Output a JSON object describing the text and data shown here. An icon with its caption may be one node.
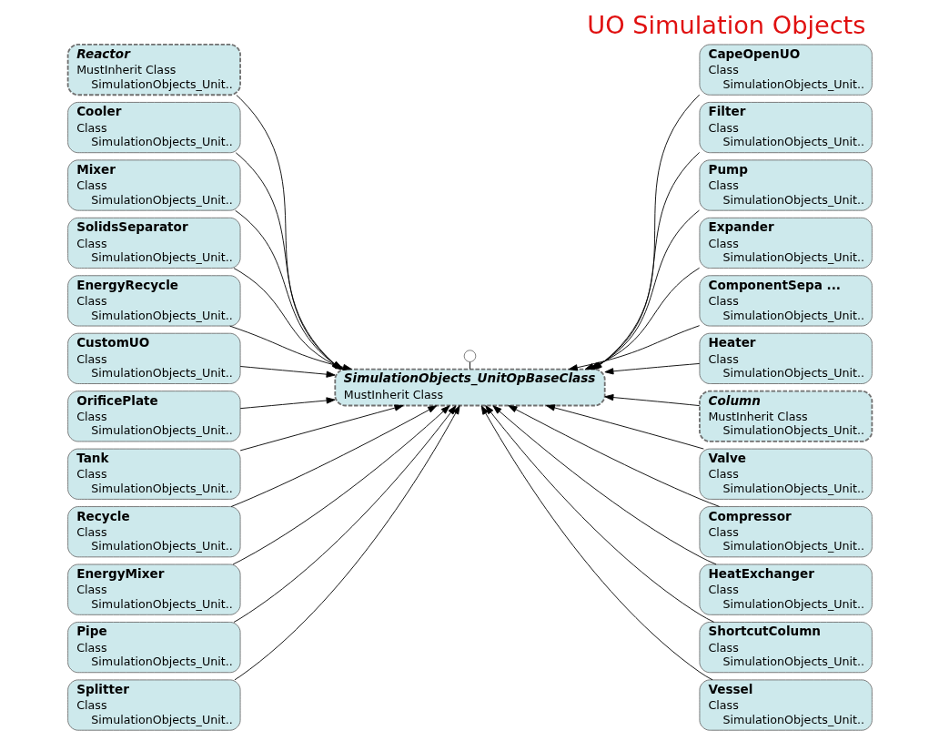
{
  "diagram": {
    "title": "UO Simulation Objects",
    "nodes": [
      {
        "text": [],
        "shape": "circle"
      },
      {
        "text": [
          "SimulationObjects_UnitOpBaseClass",
          "MustInherit Class"
        ]
      },
      {
        "text": [
          "Reactor",
          "MustInherit Class",
          "SimulationObjects_Unit.."
        ]
      },
      {
        "text": [
          "Cooler",
          "Class",
          "SimulationObjects_Unit.."
        ]
      },
      {
        "text": [
          "Mixer",
          "Class",
          "SimulationObjects_Unit.."
        ]
      },
      {
        "text": [
          "SolidsSeparator",
          "Class",
          "SimulationObjects_Unit.."
        ]
      },
      {
        "text": [
          "EnergyRecycle",
          "Class",
          "SimulationObjects_Unit.."
        ]
      },
      {
        "text": [
          "CustomUO",
          "Class",
          "SimulationObjects_Unit.."
        ]
      },
      {
        "text": [
          "OrificePlate",
          "Class",
          "SimulationObjects_Unit.."
        ]
      },
      {
        "text": [
          "Tank",
          "Class",
          "SimulationObjects_Unit.."
        ]
      },
      {
        "text": [
          "Recycle",
          "Class",
          "SimulationObjects_Unit.."
        ]
      },
      {
        "text": [
          "EnergyMixer",
          "Class",
          "SimulationObjects_Unit.."
        ]
      },
      {
        "text": [
          "Pipe",
          "Class",
          "SimulationObjects_Unit.."
        ]
      },
      {
        "text": [
          "Splitter",
          "Class",
          "SimulationObjects_Unit.."
        ]
      },
      {
        "text": [
          "CapeOpenUO",
          "Class",
          "SimulationObjects_Unit.."
        ]
      },
      {
        "text": [
          "Filter",
          "Class",
          "SimulationObjects_Unit.."
        ]
      },
      {
        "text": [
          "Pump",
          "Class",
          "SimulationObjects_Unit.."
        ]
      },
      {
        "text": [
          "Expander",
          "Class",
          "SimulationObjects_Unit.."
        ]
      },
      {
        "text": [
          "ComponentSepa ...",
          "Class",
          "SimulationObjects_Unit.."
        ]
      },
      {
        "text": [
          "Heater",
          "Class",
          "SimulationObjects_Unit.."
        ]
      },
      {
        "text": [
          "Column",
          "MustInherit Class",
          "SimulationObjects_Unit.."
        ]
      },
      {
        "text": [
          "Valve",
          "Class",
          "SimulationObjects_Unit.."
        ]
      },
      {
        "text": [
          "Compressor",
          "Class",
          "SimulationObjects_Unit.."
        ]
      },
      {
        "text": [
          "HeatExchanger",
          "Class",
          "SimulationObjects_Unit.."
        ]
      },
      {
        "text": [
          "ShortcutColumn",
          "Class",
          "SimulationObjects_Unit.."
        ]
      },
      {
        "text": [
          "Vessel",
          "Class",
          "SimulationObjects_Unit.."
        ]
      }
    ],
    "edges": [
      {
        "from": 0,
        "to": 1,
        "arrow": "none"
      },
      {
        "from": 2,
        "to": 1,
        "arrow": "to"
      },
      {
        "from": 3,
        "to": 1,
        "arrow": "to"
      },
      {
        "from": 4,
        "to": 1,
        "arrow": "to"
      },
      {
        "from": 5,
        "to": 1,
        "arrow": "to"
      },
      {
        "from": 6,
        "to": 1,
        "arrow": "to"
      },
      {
        "from": 7,
        "to": 1,
        "arrow": "to"
      },
      {
        "from": 8,
        "to": 1,
        "arrow": "to"
      },
      {
        "from": 9,
        "to": 1,
        "arrow": "to"
      },
      {
        "from": 10,
        "to": 1,
        "arrow": "to"
      },
      {
        "from": 11,
        "to": 1,
        "arrow": "to"
      },
      {
        "from": 12,
        "to": 1,
        "arrow": "to"
      },
      {
        "from": 13,
        "to": 1,
        "arrow": "to"
      },
      {
        "from": 14,
        "to": 1,
        "arrow": "to"
      },
      {
        "from": 15,
        "to": 1,
        "arrow": "to"
      },
      {
        "from": 16,
        "to": 1,
        "arrow": "to"
      },
      {
        "from": 17,
        "to": 1,
        "arrow": "to"
      },
      {
        "from": 18,
        "to": 1,
        "arrow": "to"
      },
      {
        "from": 19,
        "to": 1,
        "arrow": "to"
      },
      {
        "from": 20,
        "to": 1,
        "arrow": "to"
      },
      {
        "from": 21,
        "to": 1,
        "arrow": "to"
      },
      {
        "from": 22,
        "to": 1,
        "arrow": "to"
      },
      {
        "from": 23,
        "to": 1,
        "arrow": "to"
      },
      {
        "from": 24,
        "to": 1,
        "arrow": "to"
      },
      {
        "from": 25,
        "to": 1,
        "arrow": "to"
      }
    ]
  }
}
